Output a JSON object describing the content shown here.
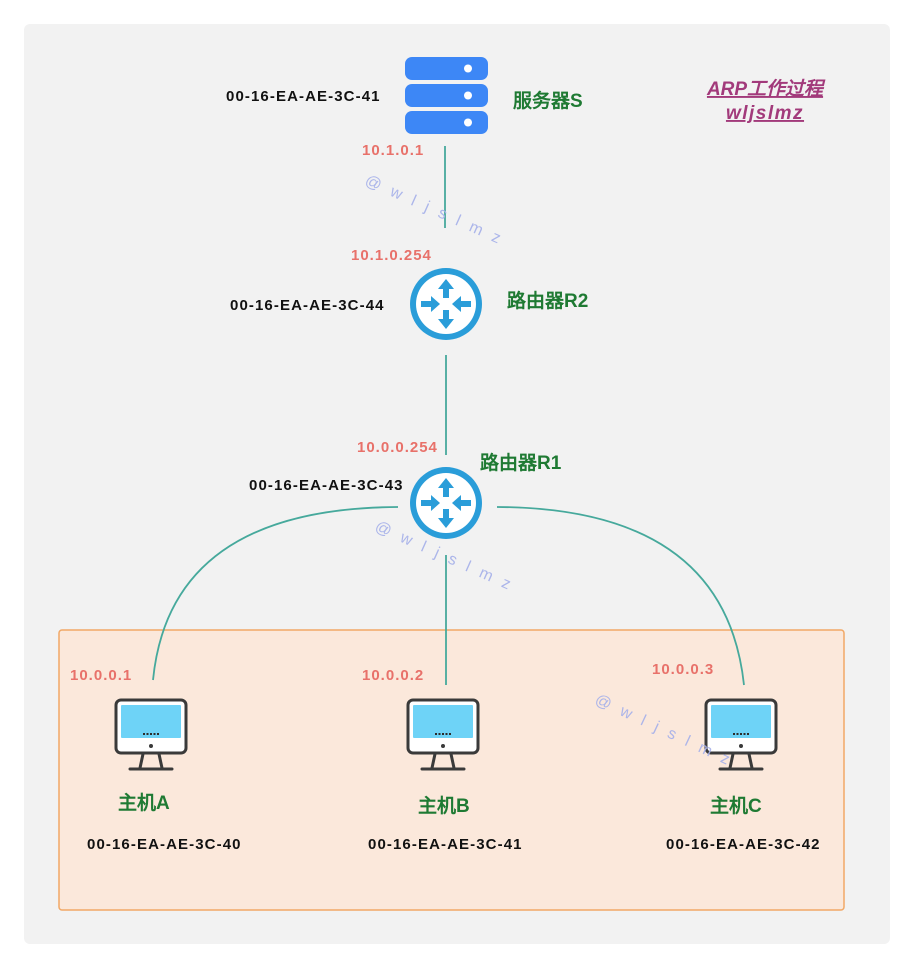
{
  "title": {
    "line1": "ARP工作过程",
    "line2": "wljslmz"
  },
  "server": {
    "name": "服务器S",
    "mac": "00-16-EA-AE-3C-41",
    "ip": "10.1.0.1",
    "icon": "server-icon"
  },
  "router_r2": {
    "name": "路由器R2",
    "mac": "00-16-EA-AE-3C-44",
    "ip": "10.1.0.254",
    "icon": "router-icon"
  },
  "router_r1": {
    "name": "路由器R1",
    "mac": "00-16-EA-AE-3C-43",
    "ip": "10.0.0.254",
    "icon": "router-icon"
  },
  "hosts": [
    {
      "name": "主机A",
      "ip": "10.0.0.1",
      "mac": "00-16-EA-AE-3C-40",
      "icon": "monitor-icon"
    },
    {
      "name": "主机B",
      "ip": "10.0.0.2",
      "mac": "00-16-EA-AE-3C-41",
      "icon": "monitor-icon"
    },
    {
      "name": "主机C",
      "ip": "10.0.0.3",
      "mac": "00-16-EA-AE-3C-42",
      "icon": "monitor-icon"
    }
  ],
  "watermark": "@ w l j s l m z",
  "colors": {
    "panel": "#f2f2f2",
    "title": "#a23a7b",
    "label": "#1f7a33",
    "ip": "#e8716a",
    "mac": "#111111",
    "link": "#46a99c",
    "subnet_fill": "#fbe8db",
    "subnet_border": "#f1a866",
    "server": "#3d87f6",
    "router": "#2a9dd9",
    "screen": "#6ed3f7",
    "monitor": "#3a3a3a",
    "watermark": "#a9b3ea"
  }
}
